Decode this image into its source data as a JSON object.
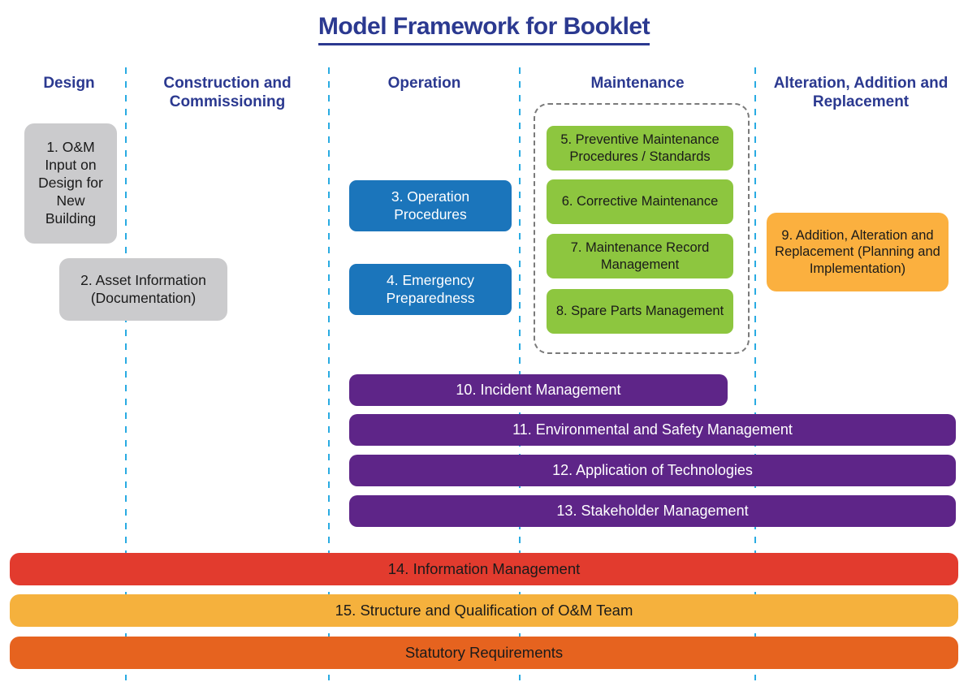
{
  "title": "Model Framework for Booklet",
  "colors": {
    "heading_blue": "#2B3990",
    "divider_blue": "#29ABE2",
    "gray_box": "#CBCBCD",
    "blue_box": "#1B75BB",
    "green_box": "#8DC63F",
    "amber_box": "#FBB03F",
    "purple_bar": "#5E2588",
    "red_bar": "#E23B2E",
    "amber_bar": "#F5B13D",
    "orange_bar": "#E6631F"
  },
  "phases": [
    {
      "label": "Design"
    },
    {
      "label": "Construction and Commissioning"
    },
    {
      "label": "Operation"
    },
    {
      "label": "Maintenance"
    },
    {
      "label": "Alteration, Addition and Replacement"
    }
  ],
  "boxes": [
    {
      "label": "1. O&M Input on Design for New Building"
    },
    {
      "label": "2. Asset Information (Documentation)"
    },
    {
      "label": "3. Operation Procedures"
    },
    {
      "label": "4. Emergency Preparedness"
    },
    {
      "label": "5. Preventive Maintenance Procedures / Standards"
    },
    {
      "label": "6. Corrective Maintenance"
    },
    {
      "label": "7. Maintenance Record Management"
    },
    {
      "label": "8. Spare Parts Management"
    },
    {
      "label": "9. Addition, Alteration and Replacement (Planning and Implementation)"
    }
  ],
  "bars": [
    {
      "label": "10. Incident Management"
    },
    {
      "label": "11. Environmental and Safety Management"
    },
    {
      "label": "12. Application of Technologies"
    },
    {
      "label": "13. Stakeholder Management"
    },
    {
      "label": "14. Information Management"
    },
    {
      "label": "15. Structure and Qualification of O&M Team"
    },
    {
      "label": "Statutory Requirements"
    }
  ]
}
